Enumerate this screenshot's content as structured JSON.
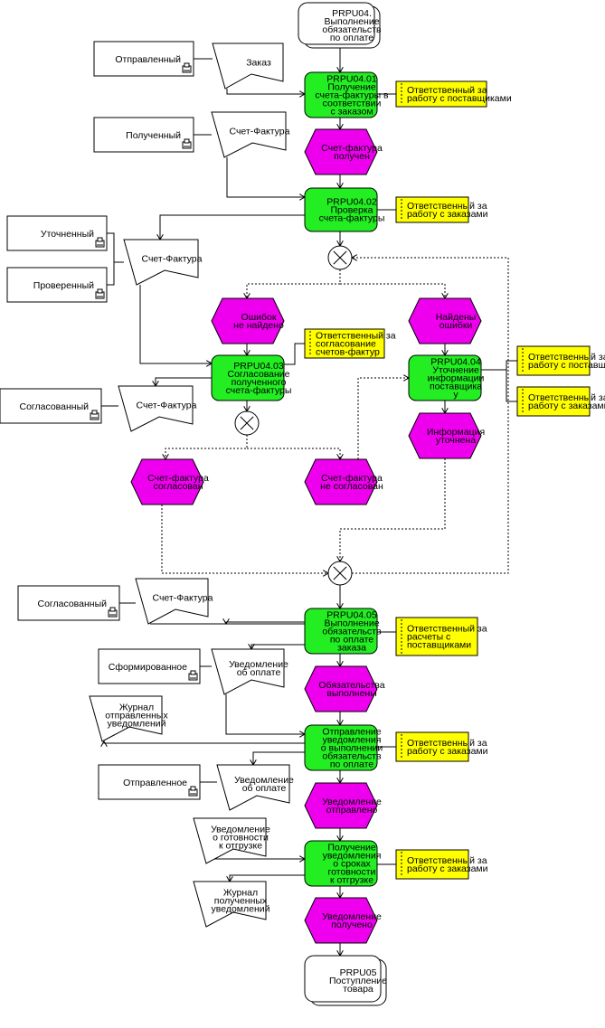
{
  "functions": [
    {
      "id": "f0",
      "lines": [
        "PRPU04.01",
        "Получение",
        "счета-фактуры в",
        "соответствии",
        "с заказом"
      ]
    },
    {
      "id": "f1",
      "lines": [
        "PRPU04.02",
        "Проверка",
        "счета-фактуры"
      ]
    },
    {
      "id": "f2",
      "lines": [
        "PRPU04.03",
        "Согласование",
        "полученного",
        "счета-фактуры"
      ]
    },
    {
      "id": "f3",
      "lines": [
        "PRPU04.04",
        "Уточнение",
        "информации",
        "поставщика",
        "у"
      ]
    },
    {
      "id": "f4",
      "lines": [
        "PRPU04.05",
        "Выполнение",
        "обязательств",
        "по оплате",
        "заказа"
      ]
    },
    {
      "id": "f5",
      "lines": [
        "Отправление",
        "уведомления",
        "о выполнении",
        "обязательств",
        "по оплате"
      ]
    },
    {
      "id": "f6",
      "lines": [
        "Получение",
        "уведомления",
        "о сроках",
        "готовности",
        "к отгрузке"
      ]
    }
  ],
  "events": [
    {
      "id": "e0",
      "lines": [
        "Счет-фактура",
        "получен"
      ]
    },
    {
      "id": "e1",
      "lines": [
        "Ошибок",
        "не найдено"
      ]
    },
    {
      "id": "e2",
      "lines": [
        "Найдены",
        "ошибки"
      ]
    },
    {
      "id": "e3",
      "lines": [
        "Информация",
        "уточнена"
      ]
    },
    {
      "id": "e4",
      "lines": [
        "Счет-фактура",
        "согласован"
      ]
    },
    {
      "id": "e5",
      "lines": [
        "Счет-фактура",
        "не согласован"
      ]
    },
    {
      "id": "e6",
      "lines": [
        "Обязательства",
        "выполнены"
      ]
    },
    {
      "id": "e7",
      "lines": [
        "Уведомление",
        "отправлено"
      ]
    },
    {
      "id": "e8",
      "lines": [
        "Уведомление",
        "получено"
      ]
    }
  ],
  "process_links": [
    {
      "id": "p0",
      "lines": [
        "PRPU04.",
        "Выполнение",
        "обязательств",
        "по оплате"
      ]
    },
    {
      "id": "p1",
      "lines": [
        "PRPU05",
        "Поступление",
        "товара"
      ]
    }
  ],
  "roles": [
    {
      "id": "r0",
      "lines": [
        "Ответственный за",
        "работу с поставщиками"
      ]
    },
    {
      "id": "r1",
      "lines": [
        "Ответственный за",
        "работу с заказами"
      ]
    },
    {
      "id": "r2",
      "lines": [
        "Ответственный за",
        "согласование",
        "счетов-фактур"
      ]
    },
    {
      "id": "r3",
      "lines": [
        "Ответственный за",
        "работу с поставщиками"
      ]
    },
    {
      "id": "r4",
      "lines": [
        "Ответственный за",
        "работу с заказами"
      ]
    },
    {
      "id": "r5",
      "lines": [
        "Ответственный за",
        "расчеты с",
        "поставщиками"
      ]
    },
    {
      "id": "r6",
      "lines": [
        "Ответственный за",
        "работу с заказами"
      ]
    },
    {
      "id": "r7",
      "lines": [
        "Ответственный за",
        "работу с заказами"
      ]
    }
  ],
  "documents": [
    {
      "id": "d0",
      "lines": [
        "Заказ"
      ]
    },
    {
      "id": "d1",
      "lines": [
        "Счет-Фактура"
      ]
    },
    {
      "id": "d2",
      "lines": [
        "Счет-Фактура"
      ]
    },
    {
      "id": "d3",
      "lines": [
        "Счет-Фактура"
      ]
    },
    {
      "id": "d4",
      "lines": [
        "Счет-Фактура"
      ]
    },
    {
      "id": "d5",
      "lines": [
        "Уведомление",
        "об оплате"
      ]
    },
    {
      "id": "d6",
      "lines": [
        "Журнал",
        "отправленных",
        "уведомлений"
      ]
    },
    {
      "id": "d7",
      "lines": [
        "Уведомление",
        "об оплате"
      ]
    },
    {
      "id": "d8",
      "lines": [
        "Уведомление",
        "о готовности",
        "к отгрузке"
      ]
    },
    {
      "id": "d9",
      "lines": [
        "Журнал",
        "полученных",
        "уведомлений"
      ]
    }
  ],
  "states": [
    {
      "id": "s0",
      "label": "Отправленный"
    },
    {
      "id": "s1",
      "label": "Полученный"
    },
    {
      "id": "s2",
      "label": "Уточненный"
    },
    {
      "id": "s3",
      "label": "Проверенный"
    },
    {
      "id": "s4",
      "label": "Согласованный"
    },
    {
      "id": "s5",
      "label": "Согласованный"
    },
    {
      "id": "s6",
      "label": "Сформированное"
    },
    {
      "id": "s7",
      "label": "Отправленное"
    }
  ],
  "operators": [
    {
      "id": "x0",
      "symbol": "xor"
    },
    {
      "id": "x1",
      "symbol": "xor"
    },
    {
      "id": "x2",
      "symbol": "xor"
    }
  ],
  "colors": {
    "function": "#22ee22",
    "event": "#ee00ee",
    "role": "#ffff00",
    "line": "#000000",
    "background": "#ffffff"
  }
}
